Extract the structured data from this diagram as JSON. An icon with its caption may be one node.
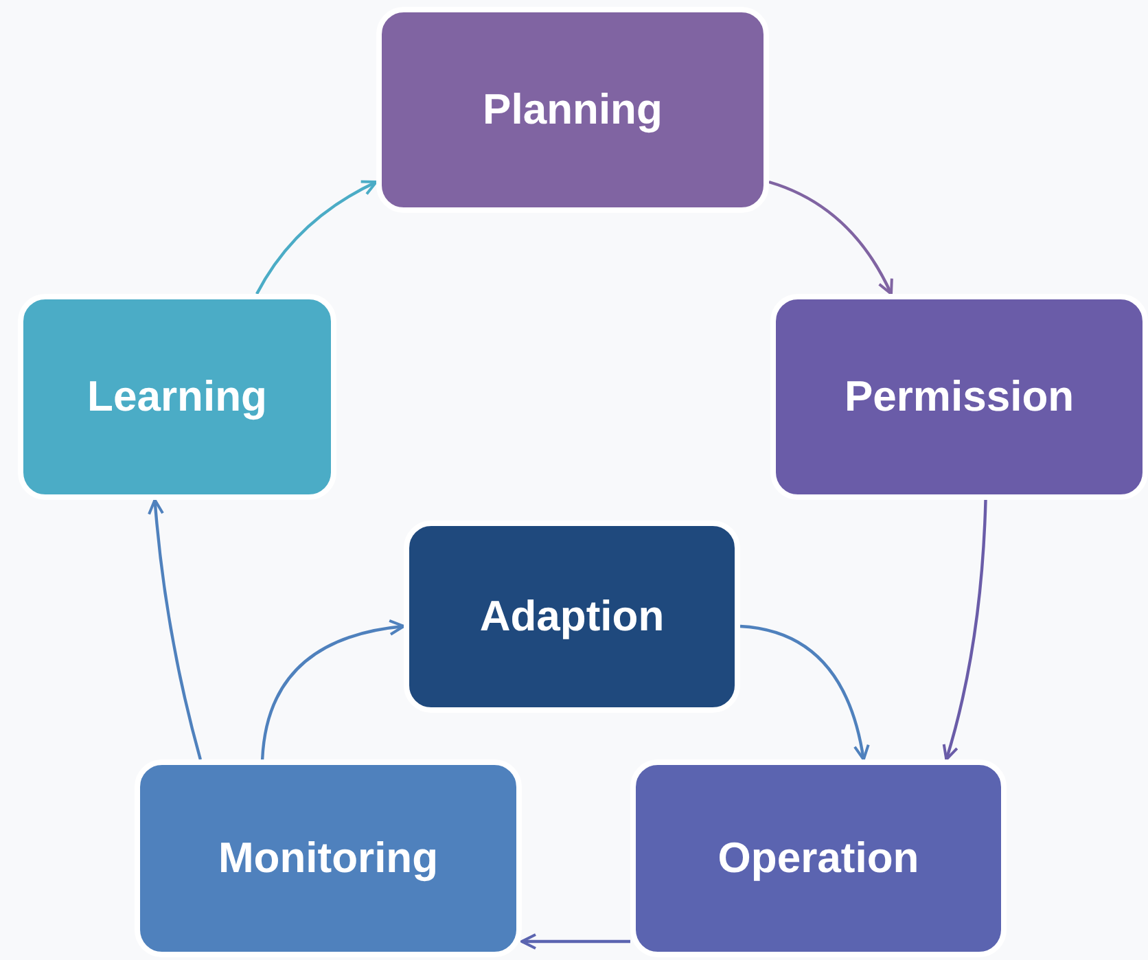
{
  "diagram": {
    "nodes": [
      {
        "text": [
          "Planning"
        ]
      },
      {
        "text": [
          "Learning"
        ]
      },
      {
        "text": [
          "Permission"
        ]
      },
      {
        "text": [
          "Adaption"
        ]
      },
      {
        "text": [
          "Monitoring"
        ]
      },
      {
        "text": [
          "Operation"
        ]
      }
    ],
    "edges": [
      {
        "from": 1,
        "to": 0,
        "arrow": "to",
        "color": "#4bacc6"
      },
      {
        "from": 0,
        "to": 2,
        "arrow": "to",
        "color": "#8064a2"
      },
      {
        "from": 2,
        "to": 5,
        "arrow": "to",
        "color": "#6a5ca8"
      },
      {
        "from": 3,
        "to": 5,
        "arrow": "to",
        "color": "#4f81bd"
      },
      {
        "from": 5,
        "to": 4,
        "arrow": "to",
        "color": "#5b64b0"
      },
      {
        "from": 4,
        "to": 3,
        "arrow": "to",
        "color": "#4f81bd"
      },
      {
        "from": 4,
        "to": 1,
        "arrow": "to",
        "color": "#4f81bd"
      }
    ]
  }
}
